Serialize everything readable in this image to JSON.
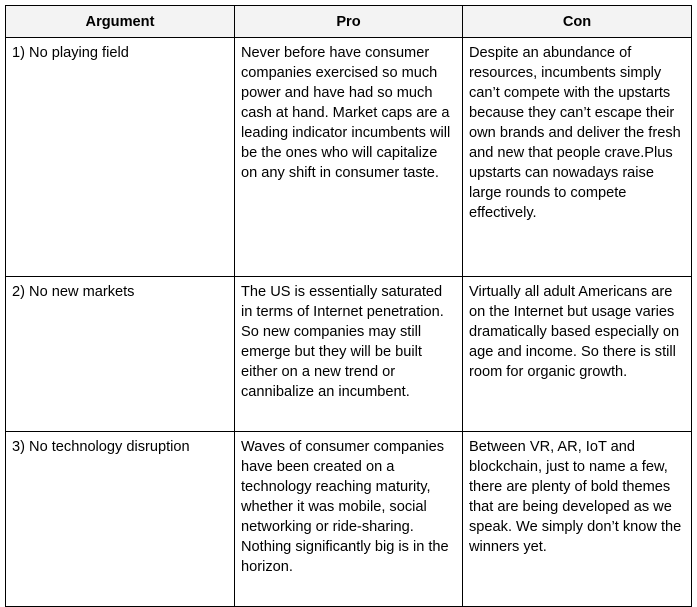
{
  "table": {
    "headers": [
      "Argument",
      "Pro",
      "Con"
    ],
    "rows": [
      {
        "argument": "1) No playing field",
        "pro": "Never before have consumer companies exercised so much power and have had so much cash at hand. Market caps are a leading indicator incumbents will be the ones who will capitalize on any shift in consumer taste.",
        "con": "Despite an abundance of resources, incumbents simply can’t compete with the upstarts because they can’t escape their own brands and deliver the fresh and new that people crave.Plus upstarts can nowadays raise large rounds to compete effectively."
      },
      {
        "argument": "2) No new markets",
        "pro": "The US is essentially saturated in terms of Internet penetration. So new companies may still emerge but they will be built either on a new trend or cannibalize an incumbent.",
        "con": "Virtually all adult Americans are on the Internet but usage varies dramatically based especially on age and income. So there is still room for organic growth."
      },
      {
        "argument": "3) No technology disruption",
        "pro": "Waves of consumer companies have been created on a technology reaching maturity, whether it was mobile, social networking or ride-sharing. Nothing significantly big is in the horizon.",
        "con": "Between VR, AR, IoT and blockchain, just to name a few, there are plenty of bold themes that are being developed as we speak. We simply don’t know the winners yet."
      }
    ]
  }
}
